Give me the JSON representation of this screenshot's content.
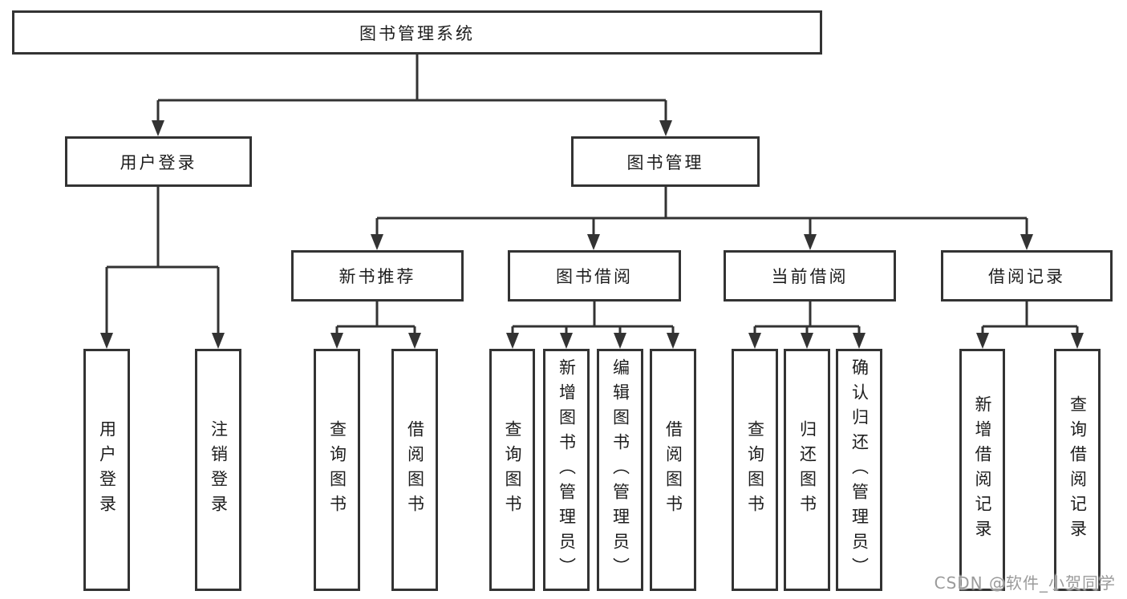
{
  "tree": {
    "root": {
      "label": "图书管理系统"
    },
    "level2": [
      {
        "label": "用户登录"
      },
      {
        "label": "图书管理"
      }
    ],
    "level3": [
      {
        "label": "新书推荐"
      },
      {
        "label": "图书借阅"
      },
      {
        "label": "当前借阅"
      },
      {
        "label": "借阅记录"
      }
    ],
    "leaves": {
      "user_login": [
        "用户登录",
        "注销登录"
      ],
      "new_book_recommend": [
        "查询图书",
        "借阅图书"
      ],
      "book_borrowing": [
        "查询图书",
        "新增图书（管理员）",
        "编辑图书（管理员）",
        "借阅图书"
      ],
      "current_borrowing": [
        "查询图书",
        "归还图书",
        "确认归还（管理员）"
      ],
      "borrowing_records": [
        "新增借阅记录",
        "查询借阅记录"
      ]
    }
  },
  "watermark": {
    "text": "CSDN @软件_小贺同学"
  },
  "colors": {
    "line": "#333333",
    "text": "#1d1d1d",
    "background": "#ffffff",
    "watermark": "#9b9b9b"
  }
}
